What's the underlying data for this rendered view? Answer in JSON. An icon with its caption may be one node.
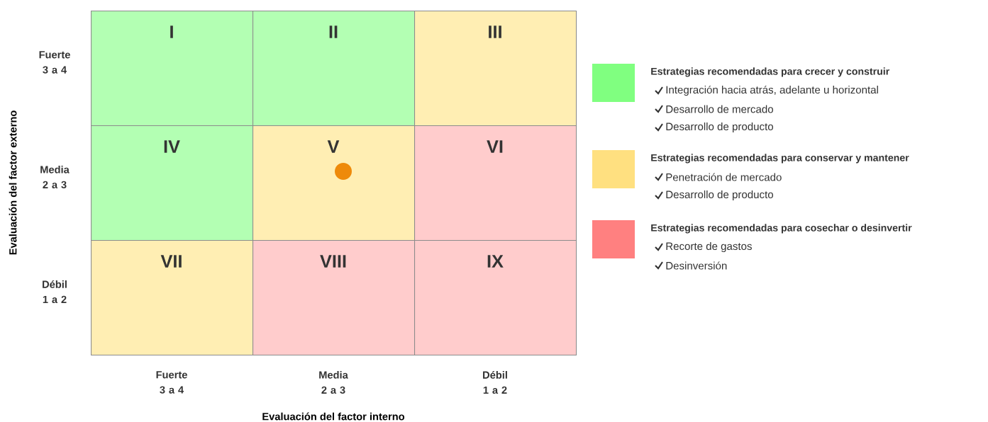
{
  "diagram": {
    "nodes": [
      {
        "text": [
          "I"
        ]
      },
      {
        "text": [
          "II"
        ]
      },
      {
        "text": [
          "III"
        ]
      },
      {
        "text": [
          "IV"
        ]
      },
      {
        "text": [
          "V"
        ]
      },
      {
        "text": [
          "VI"
        ]
      },
      {
        "text": [
          "VII"
        ]
      },
      {
        "text": [
          "VIII"
        ]
      },
      {
        "text": [
          "IX"
        ]
      }
    ],
    "labels": [
      "Fuerte 3 a 4",
      "Media 2 a 3",
      "Débil 1 a 2",
      "Evaluación del factor externo",
      "Fuerte 3 a 4",
      "Media 2 a 3",
      "Débil 1 a 2",
      "Evaluación del factor interno",
      "Integración hacia atrás, adelante u horizontal",
      "Desarrollo de mercado",
      "Desarrollo de producto",
      "Penetración de mercado",
      "Desarrollo de producto",
      "Recorte de gastos",
      "Desinversión"
    ],
    "legend": [
      {
        "text": "Estrategias recomendadas para crecer y construir",
        "color": "#80ff80"
      },
      {
        "text": "Estrategias recomendadas para conservar y mantener",
        "color": "#ffe080"
      },
      {
        "text": "Estrategias recomendadas para cosechar o desinvertir",
        "color": "#ff8080"
      }
    ]
  }
}
